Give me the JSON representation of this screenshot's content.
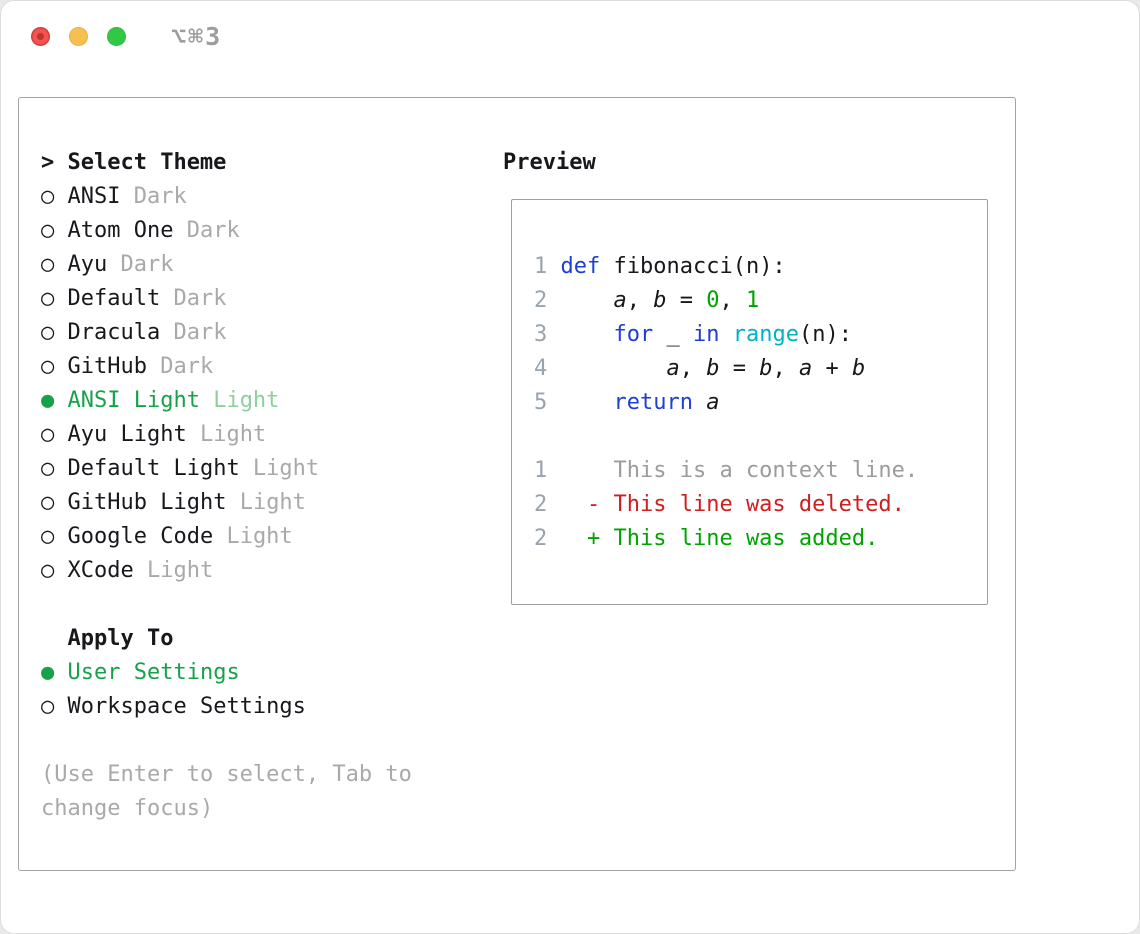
{
  "window": {
    "shortcut": "⌥⌘3"
  },
  "theme_panel": {
    "title_prefix": ">",
    "title": "Select Theme",
    "themes": [
      {
        "name": "ANSI",
        "tag": "Dark",
        "selected": false
      },
      {
        "name": "Atom One",
        "tag": "Dark",
        "selected": false
      },
      {
        "name": "Ayu",
        "tag": "Dark",
        "selected": false
      },
      {
        "name": "Default",
        "tag": "Dark",
        "selected": false
      },
      {
        "name": "Dracula",
        "tag": "Dark",
        "selected": false
      },
      {
        "name": "GitHub",
        "tag": "Dark",
        "selected": false
      },
      {
        "name": "ANSI Light",
        "tag": "Light",
        "selected": true
      },
      {
        "name": "Ayu Light",
        "tag": "Light",
        "selected": false
      },
      {
        "name": "Default Light",
        "tag": "Light",
        "selected": false
      },
      {
        "name": "GitHub Light",
        "tag": "Light",
        "selected": false
      },
      {
        "name": "Google Code",
        "tag": "Light",
        "selected": false
      },
      {
        "name": "XCode",
        "tag": "Light",
        "selected": false
      }
    ],
    "apply_to": {
      "title": "Apply To",
      "options": [
        {
          "name": "User Settings",
          "selected": true
        },
        {
          "name": "Workspace Settings",
          "selected": false
        }
      ]
    },
    "hint_lines": [
      "(Use Enter to select, Tab to",
      "change focus)"
    ]
  },
  "preview": {
    "title": "Preview",
    "code_lines": [
      {
        "name": "code-line-1",
        "tokens": [
          {
            "c": "ln",
            "t": "1 "
          },
          {
            "c": "kw",
            "t": "def"
          },
          {
            "c": "pl",
            "t": " fibonacci(n):"
          }
        ]
      },
      {
        "name": "code-line-2",
        "tokens": [
          {
            "c": "ln",
            "t": "2 "
          },
          {
            "c": "pl",
            "t": "    "
          },
          {
            "c": "it",
            "t": "a"
          },
          {
            "c": "pl",
            "t": ", "
          },
          {
            "c": "it",
            "t": "b"
          },
          {
            "c": "pl",
            "t": " = "
          },
          {
            "c": "num",
            "t": "0"
          },
          {
            "c": "pl",
            "t": ", "
          },
          {
            "c": "num",
            "t": "1"
          }
        ]
      },
      {
        "name": "code-line-3",
        "tokens": [
          {
            "c": "ln",
            "t": "3 "
          },
          {
            "c": "pl",
            "t": "    "
          },
          {
            "c": "kw",
            "t": "for"
          },
          {
            "c": "pl",
            "t": " _ "
          },
          {
            "c": "kw",
            "t": "in"
          },
          {
            "c": "pl",
            "t": " "
          },
          {
            "c": "fn",
            "t": "range"
          },
          {
            "c": "pl",
            "t": "(n):"
          }
        ]
      },
      {
        "name": "code-line-4",
        "tokens": [
          {
            "c": "ln",
            "t": "4 "
          },
          {
            "c": "pl",
            "t": "        "
          },
          {
            "c": "it",
            "t": "a"
          },
          {
            "c": "pl",
            "t": ", "
          },
          {
            "c": "it",
            "t": "b"
          },
          {
            "c": "pl",
            "t": " = "
          },
          {
            "c": "it",
            "t": "b"
          },
          {
            "c": "pl",
            "t": ", "
          },
          {
            "c": "it",
            "t": "a"
          },
          {
            "c": "pl",
            "t": " + "
          },
          {
            "c": "it",
            "t": "b"
          }
        ]
      },
      {
        "name": "code-line-5",
        "tokens": [
          {
            "c": "ln",
            "t": "5 "
          },
          {
            "c": "pl",
            "t": "    "
          },
          {
            "c": "kw",
            "t": "return"
          },
          {
            "c": "pl",
            "t": " "
          },
          {
            "c": "it",
            "t": "a"
          }
        ]
      },
      {
        "name": "blank-line",
        "tokens": []
      },
      {
        "name": "diff-context-line",
        "tokens": [
          {
            "c": "ln",
            "t": "1 "
          },
          {
            "c": "ctx",
            "t": "    This is a context line."
          }
        ]
      },
      {
        "name": "diff-deleted-line",
        "tokens": [
          {
            "c": "ln",
            "t": "2 "
          },
          {
            "c": "pl",
            "t": "  "
          },
          {
            "c": "del",
            "t": "- This line was deleted."
          }
        ]
      },
      {
        "name": "diff-added-line",
        "tokens": [
          {
            "c": "ln",
            "t": "2 "
          },
          {
            "c": "pl",
            "t": "  "
          },
          {
            "c": "add",
            "t": "+ This line was added."
          }
        ]
      }
    ]
  },
  "icons": {
    "radio_unselected": "○",
    "radio_selected": "●"
  },
  "colors": {
    "text": "#17181c",
    "accent-green": "#17a24a",
    "tag-green": "#8ecf9f",
    "tag-gray": "#a9a9a9",
    "hint-gray": "#a9a9a9",
    "ln-gray": "#99a3ae",
    "kw-blue": "#1d3fd2",
    "fn-cyan": "#00b2c6",
    "num-green": "#00a400",
    "add-green": "#00a400",
    "ctx-gray": "#9c9c9c",
    "del-red": "#d01d1d",
    "border-gray": "#a3a3a3",
    "tl-red": "#f4544d",
    "tl-yellow": "#f6bf50",
    "tl-green": "#33c748"
  }
}
